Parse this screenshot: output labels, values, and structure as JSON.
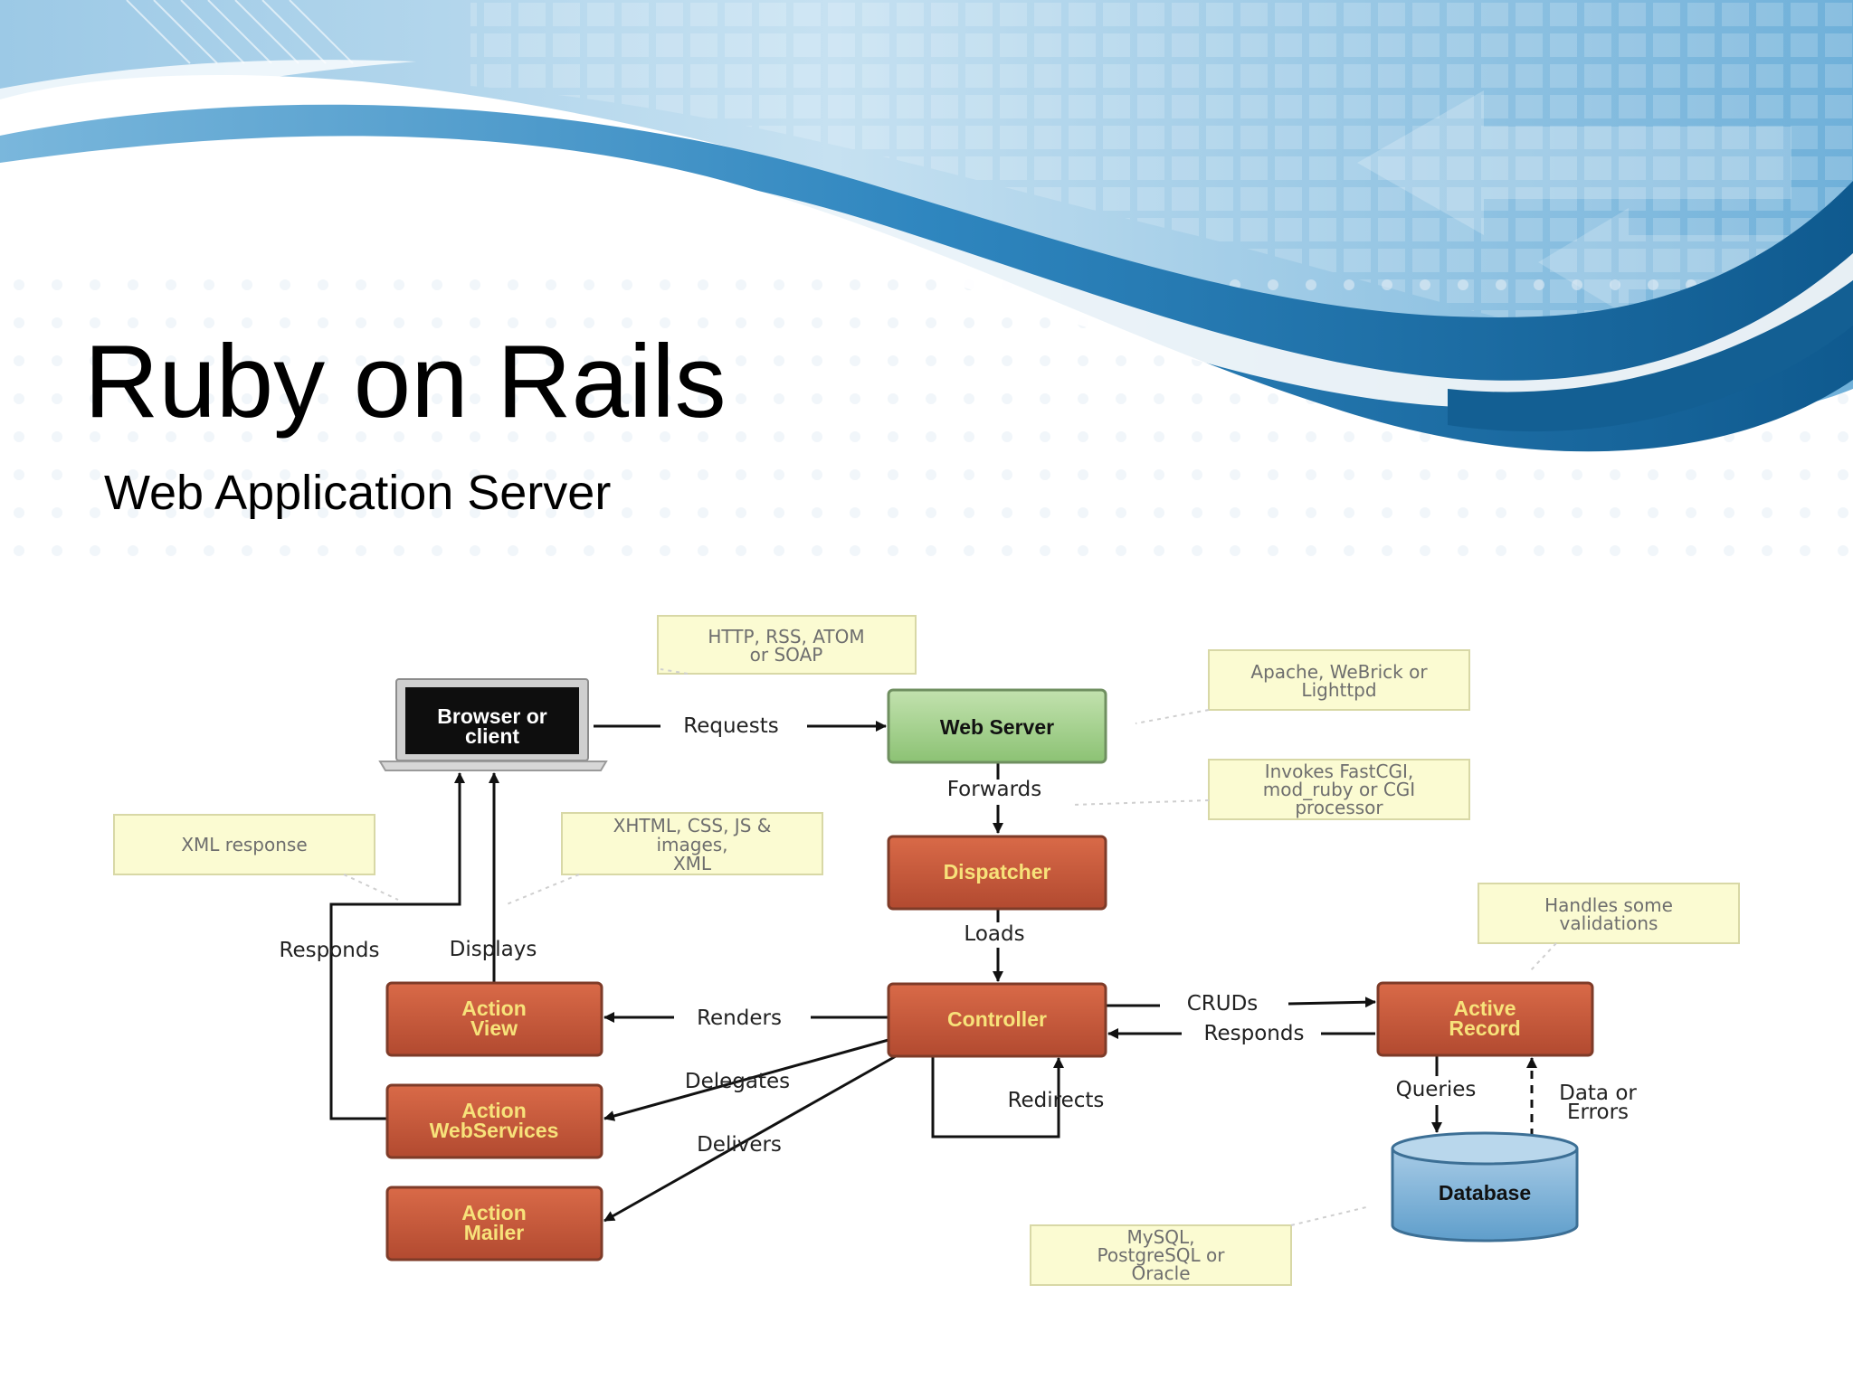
{
  "slide": {
    "title": "Ruby on Rails",
    "subtitle": "Web Application Server"
  },
  "diagram": {
    "nodes": {
      "browser": [
        "Browser or",
        "client"
      ],
      "web_server": [
        "Web Server"
      ],
      "dispatcher": [
        "Dispatcher"
      ],
      "controller": [
        "Controller"
      ],
      "action_view": [
        "Action",
        "View"
      ],
      "action_webservices": [
        "Action",
        "WebServices"
      ],
      "action_mailer": [
        "Action",
        "Mailer"
      ],
      "active_record": [
        "Active",
        "Record"
      ],
      "database": [
        "Database"
      ]
    },
    "edges": {
      "requests": "Requests",
      "forwards": "Forwards",
      "loads": "Loads",
      "renders": "Renders",
      "delegates": "Delegates",
      "delivers": "Delivers",
      "redirects": "Redirects",
      "cruds": "CRUDs",
      "responds_ar": "Responds",
      "queries": "Queries",
      "data_or_errors": [
        "Data or",
        "Errors"
      ],
      "responds": "Responds",
      "displays": "Displays"
    },
    "notes": {
      "protocols": [
        "HTTP, RSS, ATOM",
        "or SOAP"
      ],
      "web_servers": [
        "Apache, WeBrick or",
        "Lighttpd"
      ],
      "processors": [
        "Invokes FastCGI,",
        "mod_ruby or CGI",
        "processor"
      ],
      "xml_response": [
        "XML response"
      ],
      "formats": [
        "XHTML, CSS, JS &",
        "images,",
        "XML"
      ],
      "validations": [
        "Handles some",
        "validations"
      ],
      "databases": [
        "MySQL,",
        "PostgreSQL or",
        "Oracle"
      ]
    }
  },
  "colors": {
    "orange_box": "#c8583a",
    "green_box": "#a3cf8e",
    "box_label": "#f7e27a",
    "note_fill": "#fbfbd2",
    "database": "#7fb3d8",
    "wave_dark": "#135f93"
  }
}
